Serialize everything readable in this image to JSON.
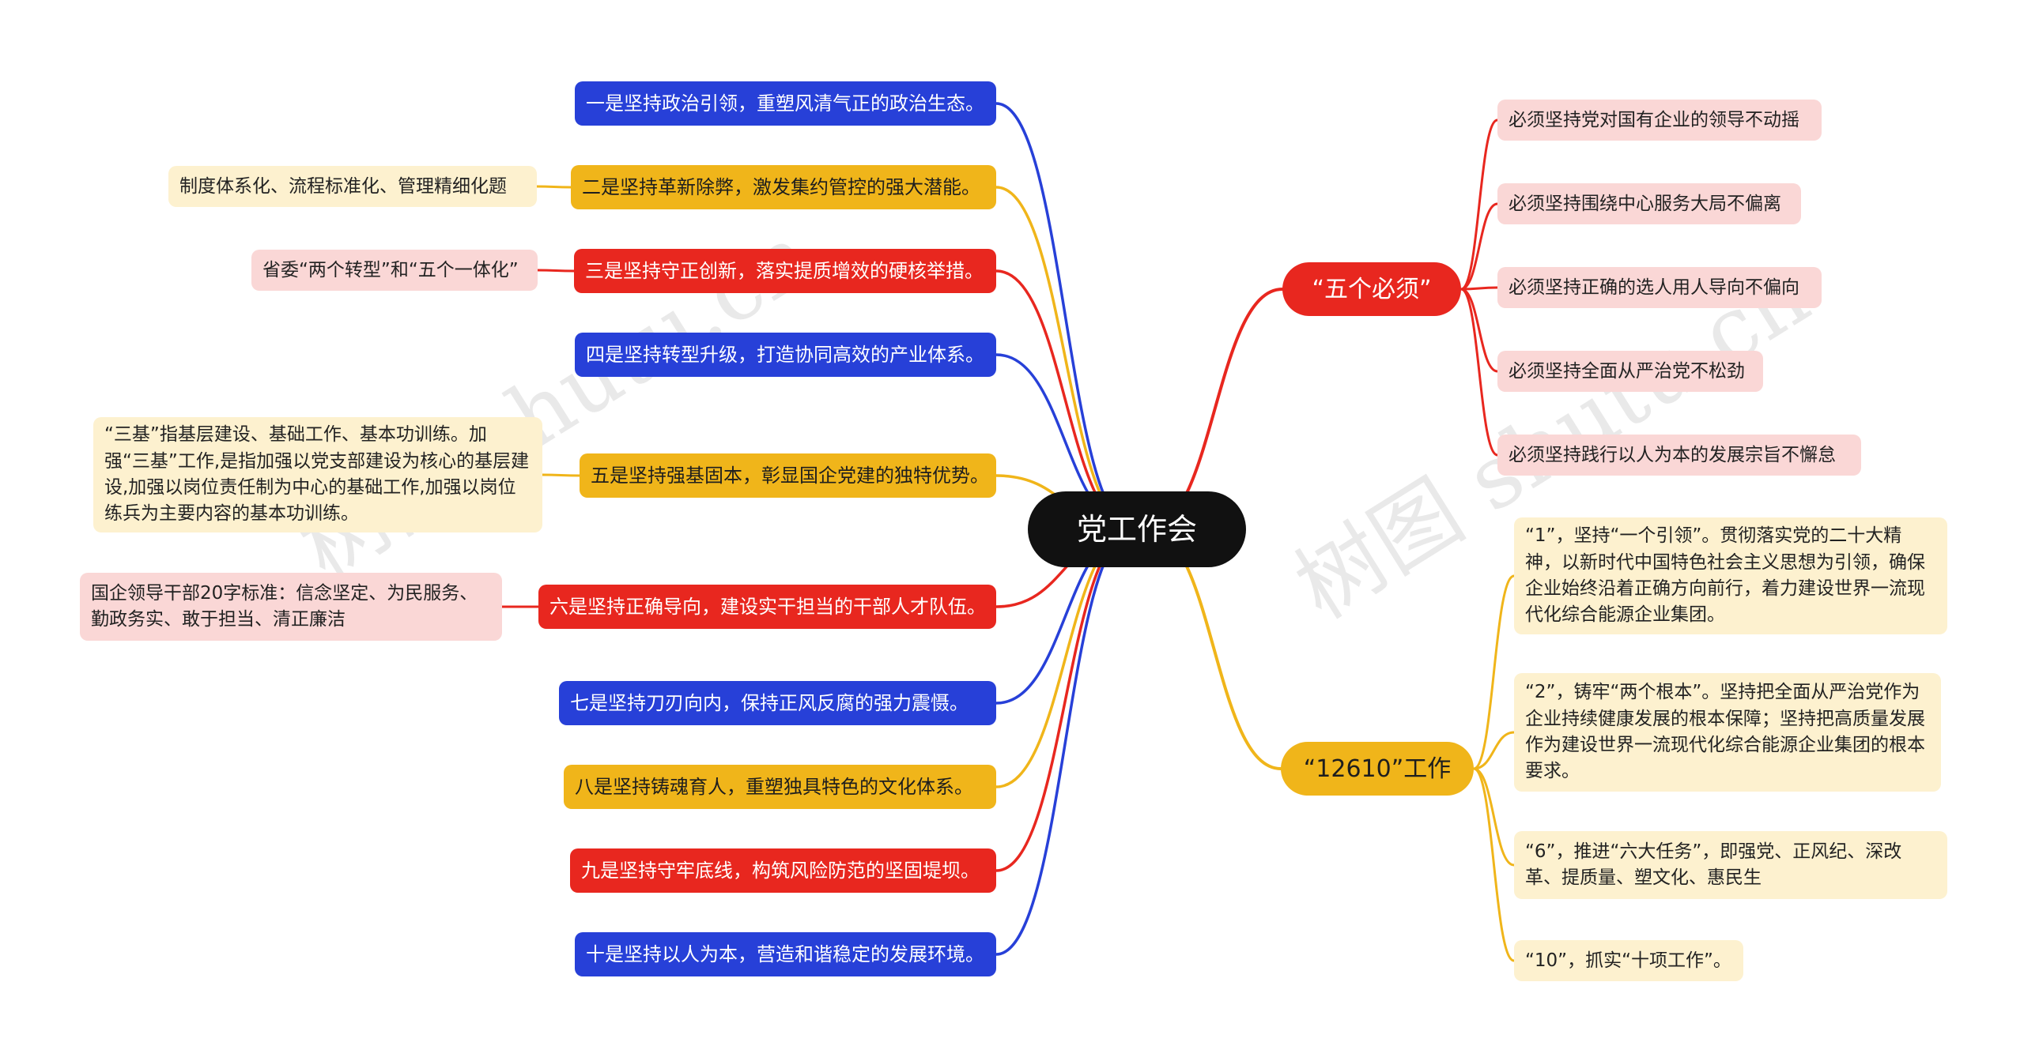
{
  "root": {
    "label": "党工作会"
  },
  "left_items": [
    {
      "label": "一是坚持政治引领，重塑风清气正的政治生态。",
      "color": "blue"
    },
    {
      "label": "二是坚持革新除弊，激发集约管控的强大潜能。",
      "color": "yellow",
      "note": "制度体系化、流程标准化、管理精细化题"
    },
    {
      "label": "三是坚持守正创新，落实提质增效的硬核举措。",
      "color": "red",
      "note": "省委“两个转型”和“五个一体化”"
    },
    {
      "label": "四是坚持转型升级，打造协同高效的产业体系。",
      "color": "blue"
    },
    {
      "label": "五是坚持强基固本，彰显国企党建的独特优势。",
      "color": "yellow",
      "note": "“三基”指基层建设、基础工作、基本功训练。加强“三基”工作,是指加强以党支部建设为核心的基层建设,加强以岗位责任制为中心的基础工作,加强以岗位练兵为主要内容的基本功训练。"
    },
    {
      "label": "六是坚持正确导向，建设实干担当的干部人才队伍。",
      "color": "red",
      "note": "国企领导干部20字标准：信念坚定、为民服务、勤政务实、敢于担当、清正廉洁"
    },
    {
      "label": "七是坚持刀刃向内，保持正风反腐的强力震慑。",
      "color": "blue"
    },
    {
      "label": "八是坚持铸魂育人，重塑独具特色的文化体系。",
      "color": "yellow"
    },
    {
      "label": "九是坚持守牢底线，构筑风险防范的坚固堤坝。",
      "color": "red"
    },
    {
      "label": "十是坚持以人为本，营造和谐稳定的发展环境。",
      "color": "blue"
    }
  ],
  "right_branches": [
    {
      "label": "“五个必须”",
      "color": "red",
      "children": [
        "必须坚持党对国有企业的领导不动摇",
        "必须坚持围绕中心服务大局不偏离",
        "必须坚持正确的选人用人导向不偏向",
        "必须坚持全面从严治党不松劲",
        "必须坚持践行以人为本的发展宗旨不懈怠"
      ]
    },
    {
      "label": "“12610”工作",
      "color": "yellow",
      "children": [
        "“1”，坚持“一个引领”。贯彻落实党的二十大精神，以新时代中国特色社会主义思想为引领，确保企业始终沿着正确方向前行，着力建设世界一流现代化综合能源企业集团。",
        "“2”，铸牢“两个根本”。坚持把全面从严治党作为企业持续健康发展的根本保障；坚持把高质量发展作为建设世界一流现代化综合能源企业集团的根本要求。",
        "“6”，推进“六大任务”，即强党、正风纪、深改革、提质量、塑文化、惠民生",
        "“10”，抓实“十项工作”。"
      ]
    }
  ],
  "watermark": {
    "text": "树图 shutu.cn"
  },
  "colors": {
    "blue": "#2740d8",
    "yellow": "#f0b51a",
    "red": "#e8271f",
    "pink": "#fad7d6",
    "cream": "#fdf1cf",
    "root": "#111111"
  }
}
